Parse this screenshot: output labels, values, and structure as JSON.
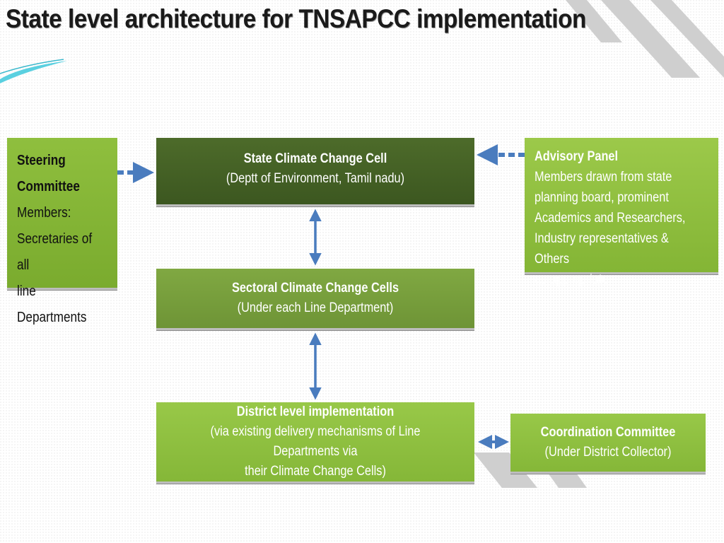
{
  "slide": {
    "title": "State level architecture for TNSAPCC implementation"
  },
  "diagram": {
    "steering_committee": {
      "line1": "Steering",
      "line2": "Committee",
      "line3": "Members:",
      "line4": "Secretaries of all",
      "line5": "line Departments"
    },
    "state_cell": {
      "title": "State Climate Change Cell",
      "subtitle": "(Deptt of Environment, Tamil nadu)"
    },
    "advisory_panel": {
      "title": "Advisory Panel",
      "lines": [
        "Members drawn from  state",
        "planning board, prominent",
        "Academics and Researchers,",
        "Industry representatives & Others",
        "as appropriate"
      ]
    },
    "sectoral_cells": {
      "title": "Sectoral Climate Change Cells",
      "subtitle": "(Under each Line Department)"
    },
    "district_impl": {
      "title": "District level implementation",
      "subtitle1": "(via existing delivery mechanisms of Line Departments via",
      "subtitle2": "their Climate Change Cells)"
    },
    "coordination": {
      "title": "Coordination Committee",
      "subtitle": "(Under District Collector)"
    }
  },
  "colors": {
    "dark_green": "#3c5720",
    "mid_green": "#6e9436",
    "light_green": "#85b738",
    "arrow_blue": "#4a7cbe"
  }
}
